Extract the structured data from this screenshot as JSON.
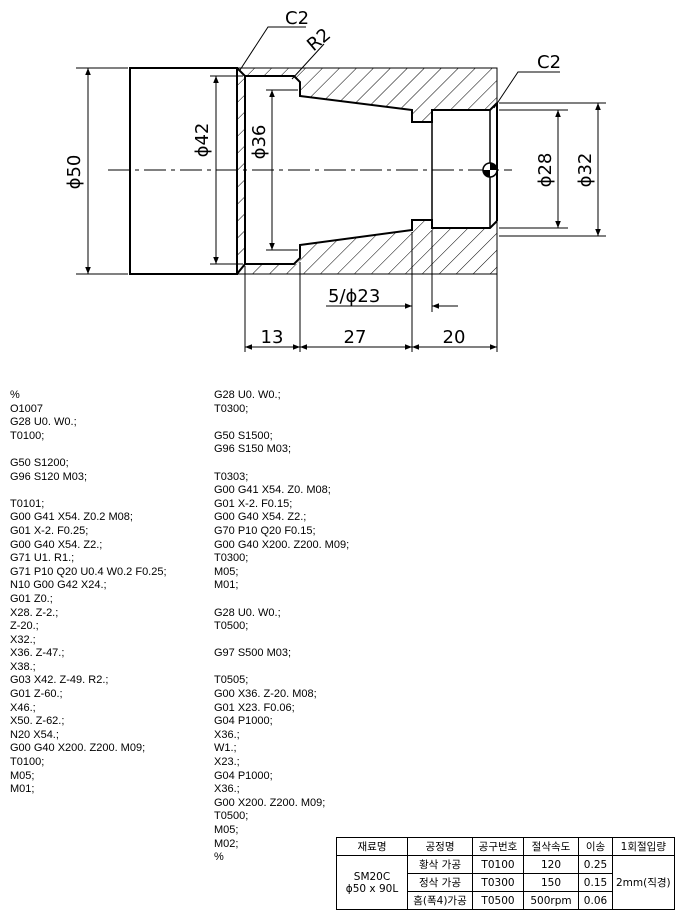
{
  "drawing": {
    "labels": {
      "chamfer_left": "C2",
      "radius": "R2",
      "chamfer_right": "C2",
      "dia_50": "ϕ50",
      "dia_42": "ϕ42",
      "dia_36": "ϕ36",
      "dia_28": "ϕ28",
      "dia_32": "ϕ32",
      "taper": "5/ϕ23",
      "len_13": "13",
      "len_27": "27",
      "len_20": "20"
    }
  },
  "program": {
    "column1": [
      "%",
      "O1007",
      "G28 U0. W0.;",
      "T0100;",
      "",
      "G50 S1200;",
      "G96 S120 M03;",
      "",
      "T0101;",
      "G00 G41 X54. Z0.2 M08;",
      "G01 X-2. F0.25;",
      "G00 G40 X54. Z2.;",
      "G71 U1. R1.;",
      "G71 P10 Q20 U0.4 W0.2 F0.25;",
      "N10 G00 G42 X24.;",
      "G01 Z0.;",
      "X28. Z-2.;",
      "Z-20.;",
      "X32.;",
      "X36. Z-47.;",
      "X38.;",
      "G03 X42. Z-49. R2.;",
      "G01 Z-60.;",
      "X46.;",
      "X50. Z-62.;",
      "N20 X54.;",
      "G00 G40 X200. Z200. M09;",
      "T0100;",
      "M05;",
      "M01;"
    ],
    "column2": [
      "G28 U0. W0.;",
      "T0300;",
      "",
      "G50 S1500;",
      "G96 S150 M03;",
      "",
      "T0303;",
      "G00 G41 X54. Z0. M08;",
      "G01 X-2. F0.15;",
      "G00 G40 X54. Z2.;",
      "G70 P10 Q20 F0.15;",
      "G00 G40 X200. Z200. M09;",
      "T0300;",
      "M05;",
      "M01;",
      "",
      "G28 U0. W0.;",
      "T0500;",
      "",
      "G97 S500 M03;",
      "",
      "T0505;",
      "G00 X36. Z-20. M08;",
      "G01 X23. F0.06;",
      "G04 P1000;",
      "X36.;",
      "W1.;",
      "X23.;",
      "G04 P1000;",
      "X36.;",
      "G00 X200. Z200. M09;",
      "T0500;",
      "M05;",
      "M02;",
      "%"
    ]
  },
  "table": {
    "headers": [
      "재료명",
      "공정명",
      "공구번호",
      "절삭속도",
      "이송",
      "1회절입량"
    ],
    "material": "SM20C",
    "size": "ϕ50 x 90L",
    "depth": "2mm(직경)",
    "rows": [
      {
        "process": "황삭 가공",
        "tool": "T0100",
        "speed": "120",
        "feed": "0.25"
      },
      {
        "process": "정삭 가공",
        "tool": "T0300",
        "speed": "150",
        "feed": "0.15"
      },
      {
        "process": "홈(폭4)가공",
        "tool": "T0500",
        "speed": "500rpm",
        "feed": "0.06"
      }
    ]
  }
}
